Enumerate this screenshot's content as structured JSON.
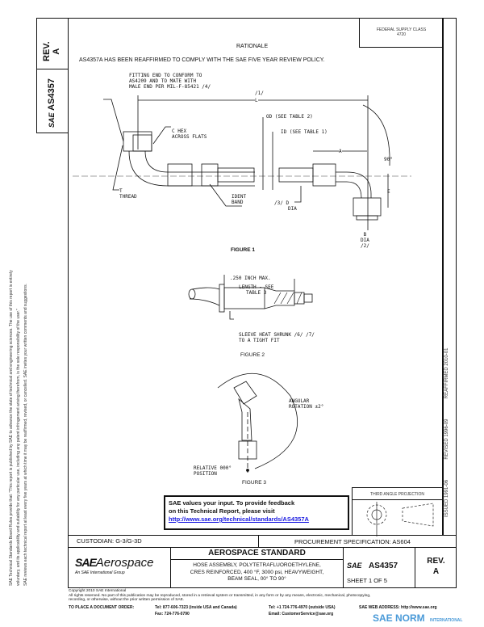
{
  "left_column": {
    "rev_label": "REV.",
    "rev_value": "A",
    "doc_number": "AS4357",
    "sae_mark": "SAE"
  },
  "side_notice": [
    "SAE Technical Standards Board Rules provide that: \"This report is published by SAE to advance the state of technical and engineering sciences. The use of this report is entirely",
    "voluntary, and its applicability and suitability for any particular use, including any patent infringement arising therefrom, is the sole responsibility of the user.\"",
    "SAE reviews each technical report at least every five years at which time it may be reaffirmed, revised, or cancelled. SAE invites your written comments and suggestions."
  ],
  "header": {
    "federal_supply_class": "FEDERAL SUPPLY CLASS",
    "fsc_number": "4720",
    "rationale_title": "RATIONALE",
    "rationale_text": "AS4357A HAS BEEN REAFFIRMED TO COMPLY WITH THE SAE FIVE YEAR REVIEW POLICY."
  },
  "figure1": {
    "caption": "FIGURE 1",
    "labels": {
      "fitting_note": [
        "FITTING END TO CONFORM TO",
        "AS4209 AND TO MATE WITH",
        "MALE END PER MIL-F-85421 /4/"
      ],
      "length_note": "/1/",
      "length": "L",
      "c_hex": [
        "C HEX",
        "ACROSS FLATS"
      ],
      "od": "OD (SEE TABLE 2)",
      "id": "ID (SEE TABLE 1)",
      "a": "A",
      "angle": "90°",
      "e": "E",
      "thread": [
        "T",
        "THREAD"
      ],
      "ident_band": [
        "IDENT",
        "BAND"
      ],
      "d_dia": [
        "/3/  D",
        "DIA"
      ],
      "b_dia": [
        "B",
        "DIA",
        "/2/"
      ]
    }
  },
  "figure2": {
    "caption": "FIGURE 2",
    "labels": {
      "max": ".250 INCH MAX.",
      "length": [
        "LENGTH - SEE",
        "TABLE 3"
      ],
      "sleeve": [
        "SLEEVE HEAT SHRUNK /6/ /7/",
        "TO A TIGHT FIT"
      ]
    }
  },
  "figure3": {
    "caption": "FIGURE 3",
    "labels": {
      "rotation": [
        "ANGULAR",
        "ROTATION ±2°"
      ],
      "position": [
        "RELATIVE 000°",
        "POSITION"
      ]
    }
  },
  "feedback": {
    "line1": "SAE values your input. To provide feedback",
    "line2": "on this Technical Report, please visit",
    "link": "http://www.sae.org/technical/standards/AS4357A"
  },
  "projection": {
    "label": "THIRD ANGLE PROJECTION"
  },
  "right_strip": {
    "issued": "ISSUED 1991-06",
    "revised": "REVISED 1996-09",
    "reaffirmed": "REAFFIRMED 2010-01"
  },
  "title_block": {
    "custodian": "CUSTODIAN: G-3/G-3D",
    "procurement": "PROCUREMENT SPECIFICATION: AS604",
    "logo_sae": "SAE",
    "logo_aerospace": "Aerospace",
    "logo_sub": "An SAE International Group",
    "standard_title": "AEROSPACE STANDARD",
    "description": [
      "HOSE ASSEMBLY, POLYTETRAFLUOROETHYLENE,",
      "CRES REINFORCED, 400 °F, 3000 psi, HEAVYWEIGHT,",
      "BEAM SEAL, 00° TO 90°"
    ],
    "doc_mark": "SAE",
    "doc_number": "AS4357",
    "sheet": "SHEET 1 OF 5",
    "rev_label": "REV.",
    "rev_value": "A"
  },
  "footer": {
    "copyright": "Copyright 2010 SAE International",
    "rights": "All rights reserved. No part of this publication may be reproduced, stored in a retrieval system or transmitted, in any form or by any means, electronic, mechanical, photocopying,",
    "rights2": "recording, or otherwise, without the prior written permission of SAE.",
    "order_label": "TO PLACE A DOCUMENT ORDER:",
    "tel_na": "Tel: 877-606-7323 (inside USA and Canada)",
    "fax": "Fax: 724-776-0790",
    "tel_intl": "Tel: +1 724-776-4970 (outside USA)",
    "email": "Email: CustomerService@sae.org",
    "web": "SAE WEB ADDRESS: http://www.sae.org"
  },
  "watermark": {
    "text": "SAE NORM",
    "sub": "INTERNATIONAL"
  }
}
